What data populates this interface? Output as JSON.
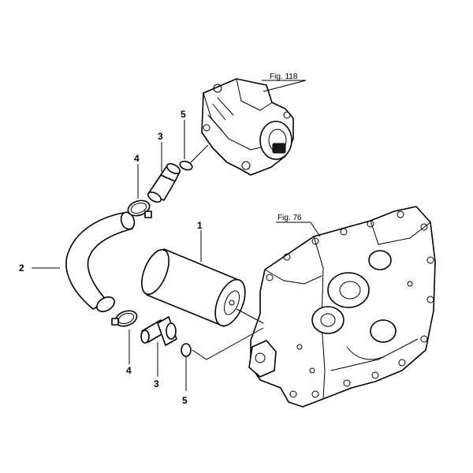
{
  "diagram": {
    "callouts": {
      "filter": "1",
      "hose": "2",
      "fitting_upper": "3",
      "fitting_lower": "3",
      "clamp_upper": "4",
      "clamp_lower": "4",
      "oring_upper": "5",
      "oring_lower": "5"
    },
    "figure_refs": {
      "pump": "Fig. 118",
      "housing": "Fig. 76"
    }
  }
}
